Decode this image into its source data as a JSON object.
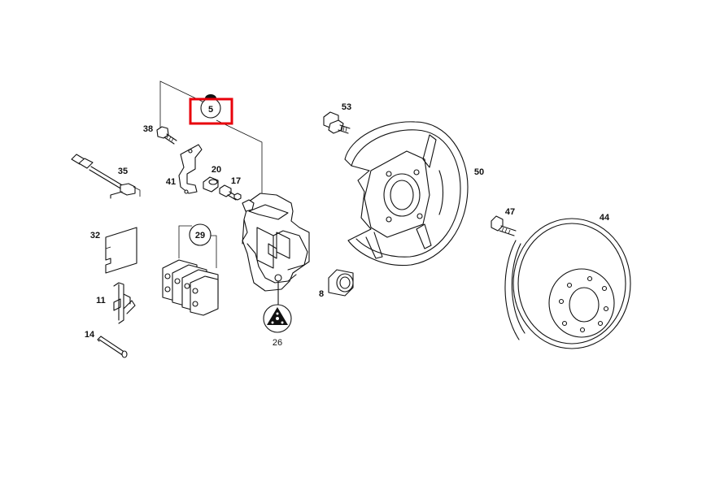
{
  "colors": {
    "highlight": "#e8000b",
    "line": "#111111",
    "background": "#ffffff"
  },
  "highlighted_part": "5",
  "labels": {
    "p5": "5",
    "p38": "38",
    "p35": "35",
    "p41": "41",
    "p20": "20",
    "p17": "17",
    "p32": "32",
    "p29": "29",
    "p11": "11",
    "p14": "14",
    "p26": "26",
    "p53": "53",
    "p50": "50",
    "p8": "8",
    "p47": "47",
    "p44": "44"
  },
  "icons": {
    "parts": [
      "bolt",
      "wear-sensor-cable",
      "spring-bracket",
      "bleeder-screw",
      "dust-cap",
      "shim-plate",
      "brake-pad-set",
      "retaining-spring",
      "pin",
      "brake-caliper",
      "caliper-seal-kit",
      "backing-plate",
      "wheel-bearing-ring",
      "wheel-bolt",
      "brake-disc"
    ]
  }
}
